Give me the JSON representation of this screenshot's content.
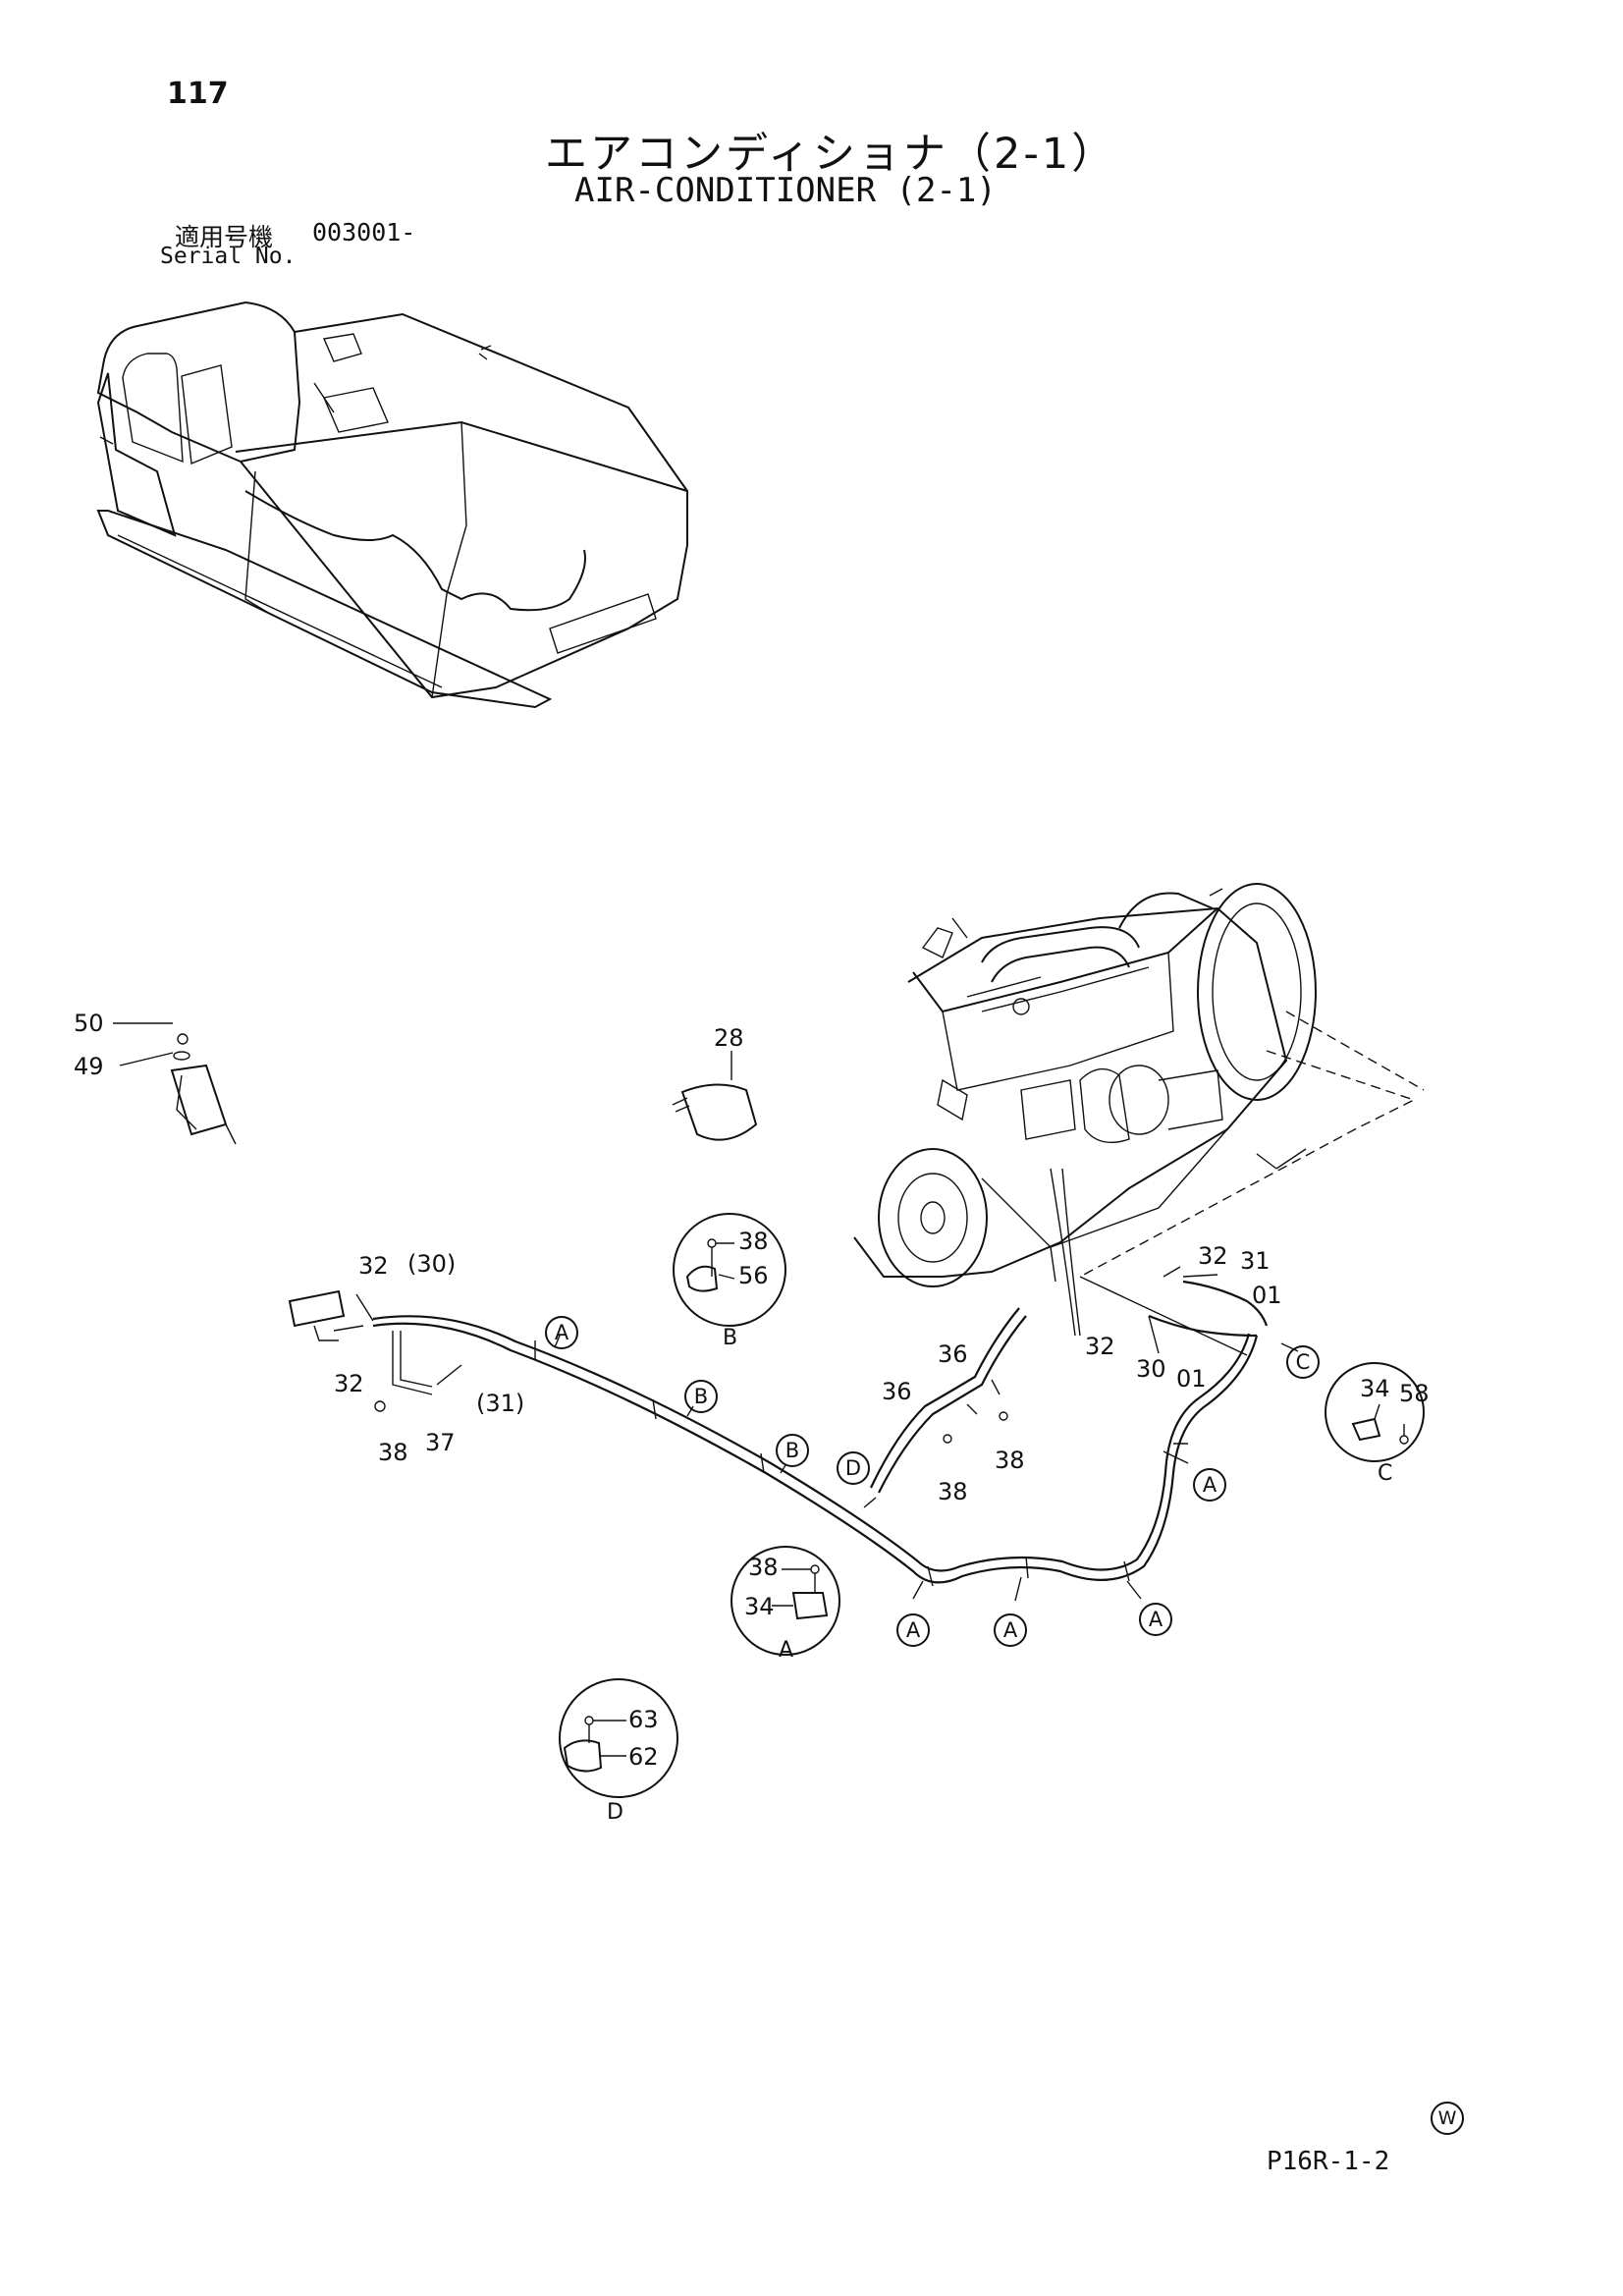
{
  "page_number": "117",
  "title_jp": "エアコンディショナ（2-1）",
  "title_en": "AIR-CONDITIONER (2-1)",
  "serial_label_jp": "適用号機",
  "serial_value": "003001-",
  "serial_label_en": "Serial No.",
  "footer_code": "P16R-1-2",
  "watermark_symbol": "W",
  "part_labels": {
    "p50": "50",
    "p49": "49",
    "p28": "28",
    "p38_b": "38",
    "p56": "56",
    "p32_a": "32",
    "p30_paren": "(30)",
    "p32_b": "32",
    "p31_paren": "(31)",
    "p38_left": "38",
    "p37": "37",
    "p36_a": "36",
    "p36_b": "36",
    "p38_c": "38",
    "p38_d": "38",
    "p32_c": "32",
    "p31": "31",
    "p01_a": "01",
    "p32_d": "32",
    "p30": "30",
    "p01_b": "01",
    "p34_c": "34",
    "p58": "58",
    "p38_a": "38",
    "p34_a": "34",
    "p63": "63",
    "p62": "62"
  },
  "callouts": {
    "a1": "A",
    "b1": "B",
    "b2": "B",
    "d1": "D",
    "c1": "C",
    "a2": "A",
    "a3": "A",
    "a4": "A",
    "a5": "A"
  },
  "detail_views": {
    "view_a": "A",
    "view_b": "B",
    "view_c": "C",
    "view_d": "D"
  }
}
